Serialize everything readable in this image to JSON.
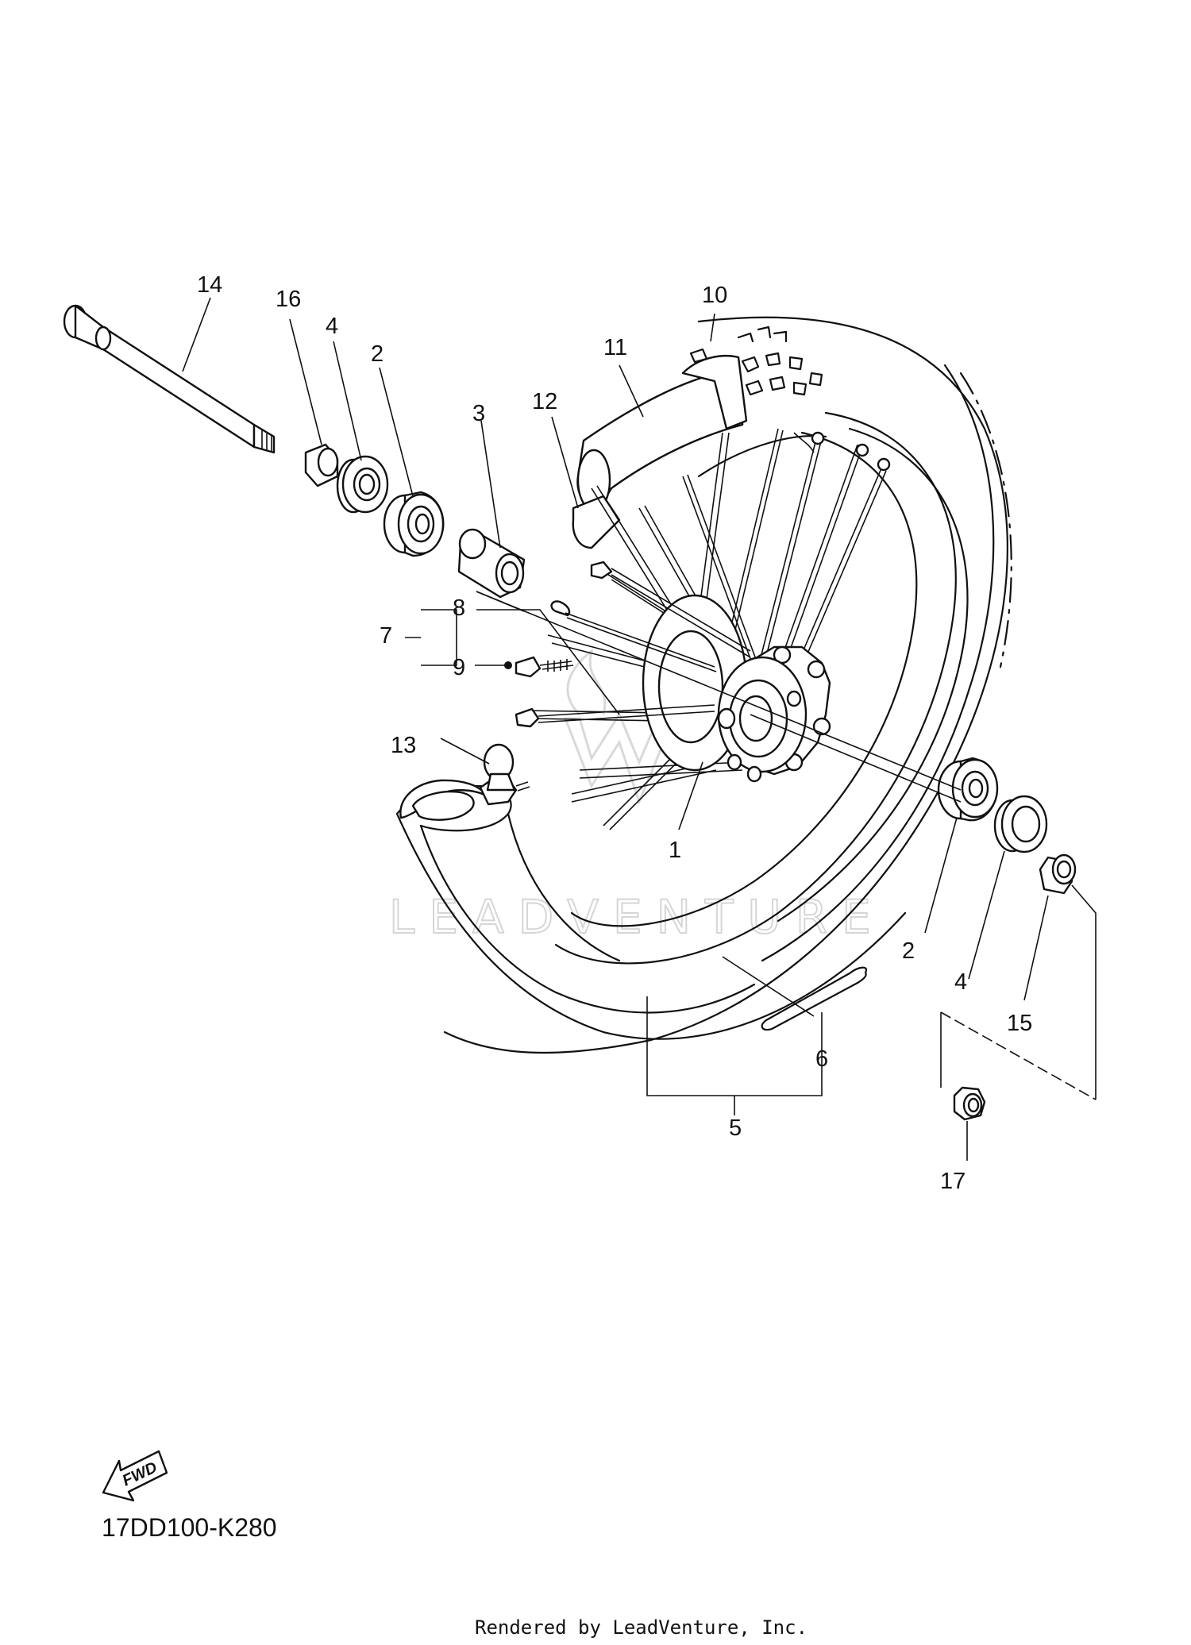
{
  "diagram": {
    "callouts": {
      "c1": "1",
      "c2a": "2",
      "c2b": "2",
      "c3": "3",
      "c4a": "4",
      "c4b": "4",
      "c5": "5",
      "c6": "6",
      "c7": "7",
      "c8": "8",
      "c9": "9",
      "c10": "10",
      "c11": "11",
      "c12": "12",
      "c13": "13",
      "c14": "14",
      "c15": "15",
      "c16": "16",
      "c17": "17"
    },
    "watermark": "LEADVENTURE",
    "fwd_label": "FWD",
    "diagram_code": "17DD100-K280",
    "footer": "Rendered by LeadVenture, Inc."
  }
}
